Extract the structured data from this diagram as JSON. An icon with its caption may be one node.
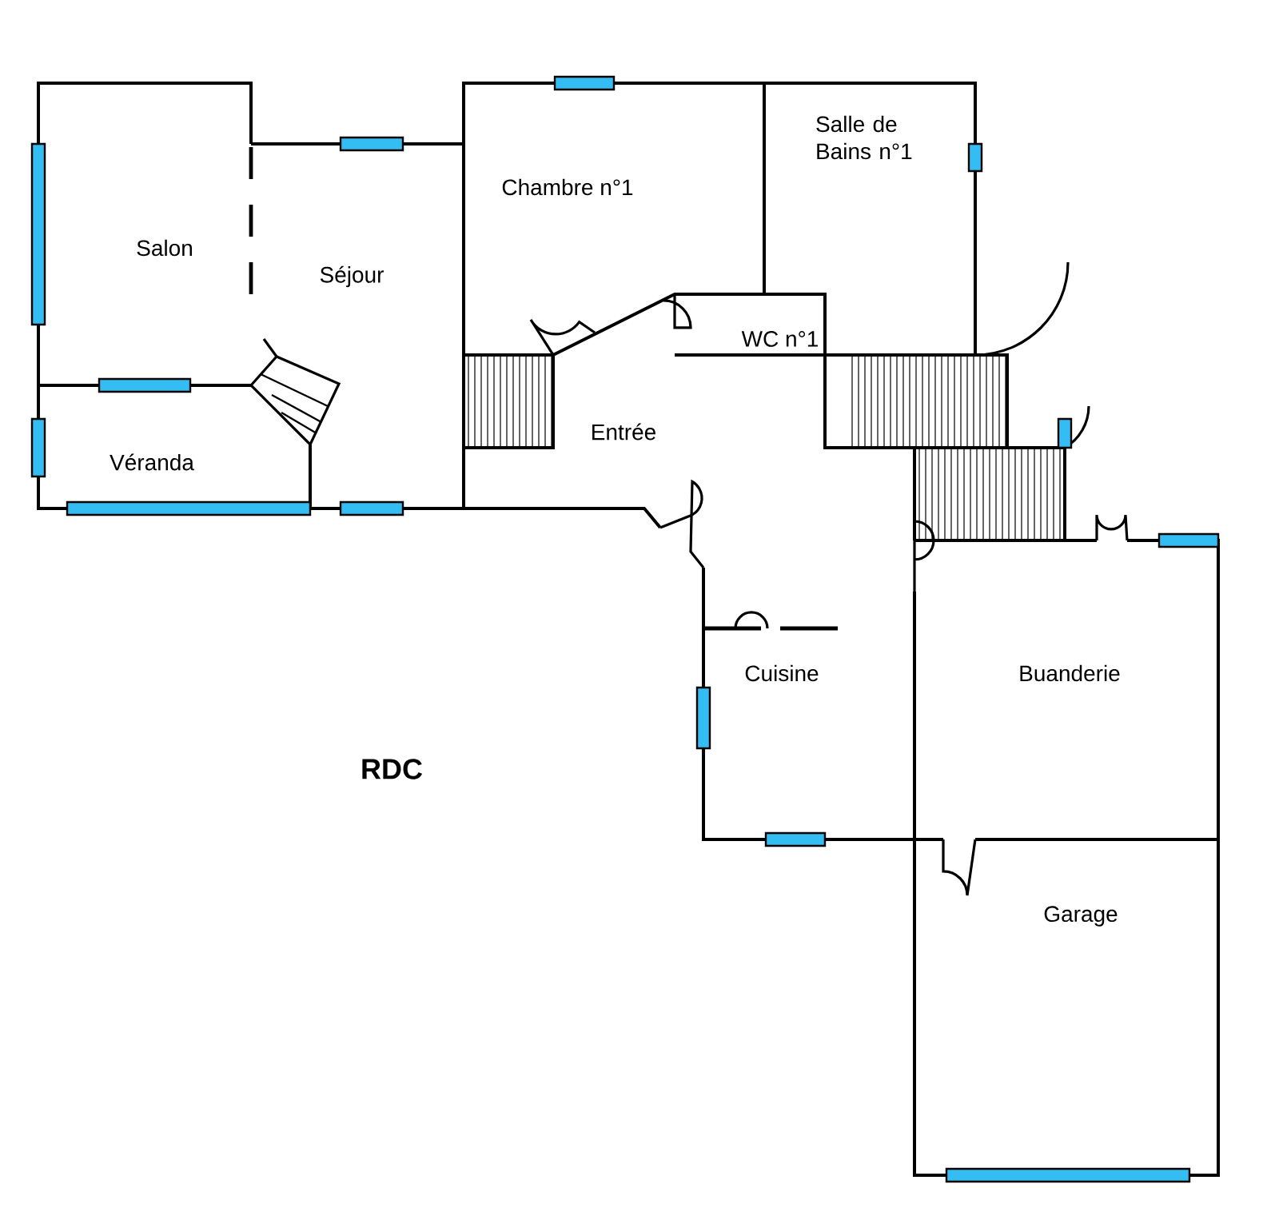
{
  "diagram": {
    "title": "RDC",
    "labels": [
      "Salon",
      "Séjour",
      "Chambre n°1",
      "Salle de Bains n°1",
      "WC n°1",
      "Entrée",
      "Véranda",
      "Cuisine",
      "Buanderie",
      "Garage"
    ]
  }
}
